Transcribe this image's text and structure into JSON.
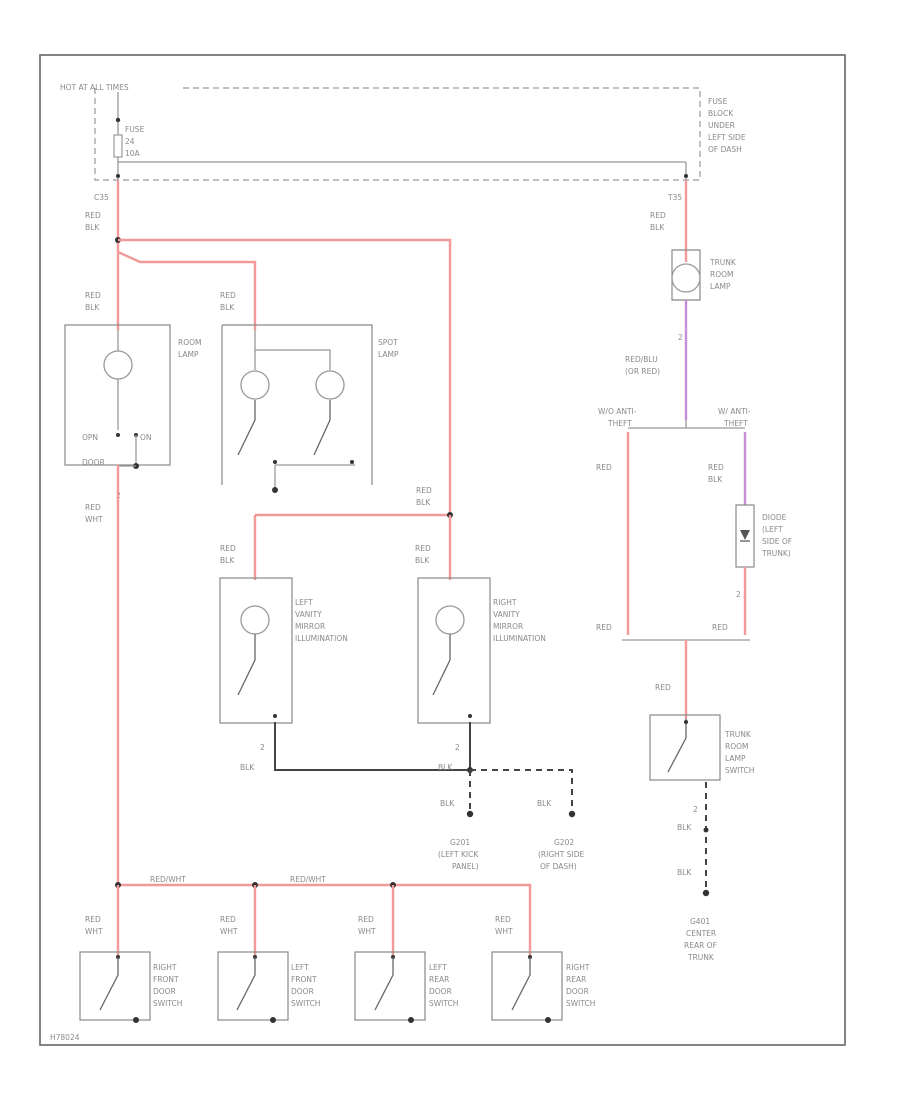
{
  "labels": {
    "hot_at_all_times": "HOT AT ALL TIMES",
    "fuse_block": [
      "FUSE",
      "BLOCK",
      "UNDER",
      "LEFT SIDE",
      "OF DASH"
    ],
    "fuse": [
      "FUSE",
      "24",
      "10A"
    ],
    "c_top_left": "C35",
    "c_top_right": "T35",
    "red_blk": [
      "RED",
      "BLK"
    ],
    "red_wht": [
      "RED",
      "WHT"
    ],
    "red": "RED",
    "blk": "BLK",
    "redwht": "RED/WHT",
    "red_blu": [
      "RED/BLU",
      "(OR RED)"
    ],
    "pin_1": "1",
    "pin_2": "2",
    "room_lamp": [
      "ROOM",
      "LAMP"
    ],
    "spot_lamp": [
      "SPOT",
      "LAMP"
    ],
    "open": "OPN",
    "on": "ON",
    "door": "DOOR",
    "trunk_room_lamp": [
      "TRUNK",
      "ROOM",
      "LAMP"
    ],
    "jumper_left": [
      "W/O ANTI-",
      "THEFT"
    ],
    "jumper_right": [
      "W/ ANTI-",
      "THEFT"
    ],
    "diode": [
      "DIODE",
      "(LEFT",
      "SIDE OF",
      "TRUNK)"
    ],
    "left_vanity": [
      "LEFT",
      "VANITY",
      "MIRROR",
      "ILLUMINATION"
    ],
    "right_vanity": [
      "RIGHT",
      "VANITY",
      "MIRROR",
      "ILLUMINATION"
    ],
    "trunk_switch": [
      "TRUNK",
      "ROOM",
      "LAMP",
      "SWITCH"
    ],
    "g201": [
      "G201",
      "(LEFT KICK",
      "PANEL)"
    ],
    "g202": [
      "G202",
      "(RIGHT SIDE",
      "OF DASH)"
    ],
    "g401": [
      "G401",
      "CENTER",
      "REAR OF",
      "TRUNK"
    ],
    "switch_rf": [
      "RIGHT",
      "FRONT",
      "DOOR",
      "SWITCH"
    ],
    "switch_lf": [
      "LEFT",
      "FRONT",
      "DOOR",
      "SWITCH"
    ],
    "switch_lr": [
      "LEFT",
      "REAR",
      "DOOR",
      "SWITCH"
    ],
    "switch_rr": [
      "RIGHT",
      "REAR",
      "DOOR",
      "SWITCH"
    ],
    "diagram_id": "H78024"
  }
}
